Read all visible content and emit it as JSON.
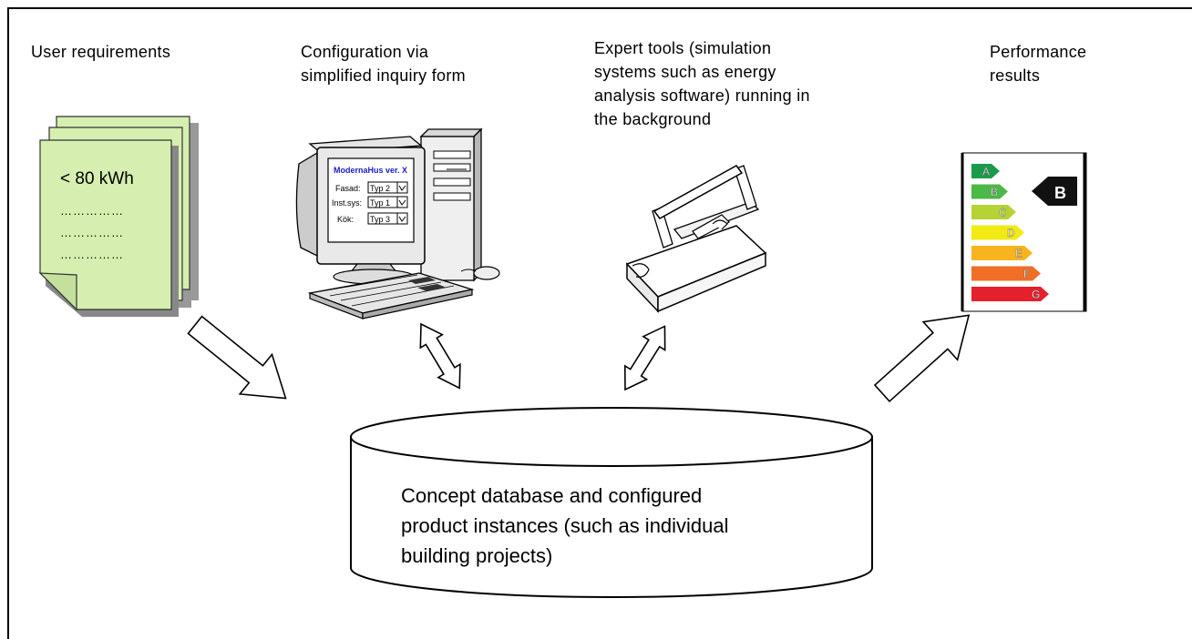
{
  "captions": {
    "user_requirements": "User requirements",
    "configuration": "Configuration via\nsimplified inquiry form",
    "expert_tools": "Expert tools (simulation\nsystems such as energy\nanalysis software) running in\nthe background",
    "performance": "Performance\nresults"
  },
  "document": {
    "line1": "< 80 kWh",
    "dots": "……………"
  },
  "form": {
    "title": "ModernaHus ver. X",
    "rows": [
      {
        "label": "Fasad:",
        "value": "Typ 2"
      },
      {
        "label": "Inst.sys:",
        "value": "Typ 1"
      },
      {
        "label": "Kök:",
        "value": "Typ 3"
      }
    ]
  },
  "energy_label": {
    "classes": [
      {
        "letter": "A",
        "color": "#1a9a4a"
      },
      {
        "letter": "B",
        "color": "#4cb848"
      },
      {
        "letter": "C",
        "color": "#b5d334"
      },
      {
        "letter": "D",
        "color": "#f2ea14"
      },
      {
        "letter": "E",
        "color": "#f8b41e"
      },
      {
        "letter": "F",
        "color": "#ef6f24"
      },
      {
        "letter": "G",
        "color": "#e4202a"
      }
    ],
    "rating": "B"
  },
  "database": {
    "text": "Concept database and configured\nproduct instances (such as individual\nbuilding projects)"
  }
}
